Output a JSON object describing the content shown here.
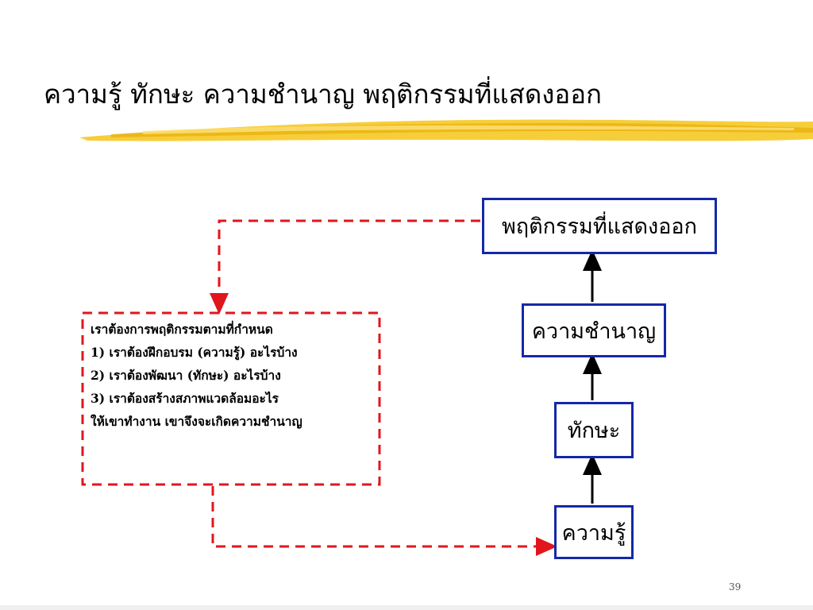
{
  "slide": {
    "title": "ความรู้ ทักษะ ความชำนาญ พฤติกรรมที่แสดงออก",
    "page_number": "39"
  },
  "diagram": {
    "boxes": {
      "behavior": "พฤติกรรมที่แสดงออก",
      "expertise": "ความชำนาญ",
      "skill": "ทักษะ",
      "knowledge": "ความรู้"
    },
    "note_lines": [
      "เราต้องการพฤติกรรมตามที่กำหนด",
      "1) เราต้องฝึกอบรม (ความรู้) อะไรบ้าง",
      "2) เราต้องพัฒนา (ทักษะ) อะไรบ้าง",
      "3) เราต้องสร้างสภาพแวดล้อมอะไร",
      "ให้เขาทำงาน เขาจึงจะเกิดความชำนาญ"
    ]
  },
  "colors": {
    "box_border": "#1528a8",
    "dashed_line": "#e0161c",
    "highlight_brush": "#f5c518"
  }
}
